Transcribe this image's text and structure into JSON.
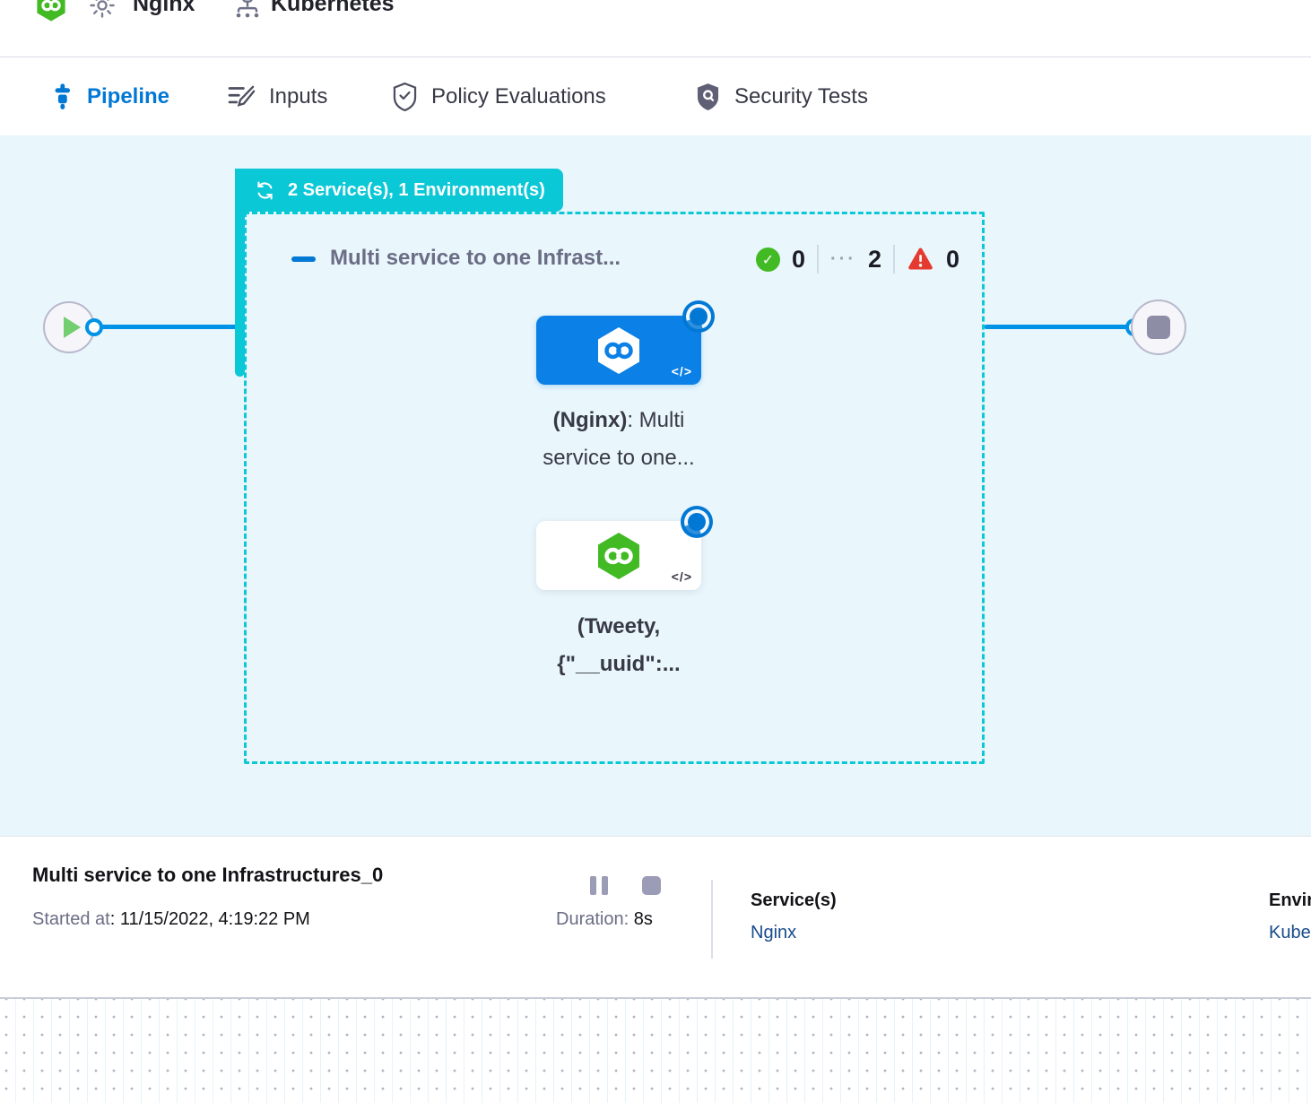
{
  "colors": {
    "accent_blue": "#0278d5",
    "connector_blue": "#0092e4",
    "teal": "#0bc8d6",
    "canvas_bg": "#e9f6fc",
    "success_green": "#42ba24",
    "error_red": "#e53a30",
    "node_blue": "#0b80e6",
    "muted_text": "#6b6d85",
    "dark_text": "#121217",
    "link_blue": "#174b8c"
  },
  "header": {
    "service_name": "Nginx",
    "environment_name": "Kubernetes"
  },
  "tabs": {
    "pipeline": "Pipeline",
    "inputs": "Inputs",
    "policy": "Policy Evaluations",
    "security": "Security Tests"
  },
  "canvas": {
    "badge_label": "2 Service(s), 1 Environment(s)",
    "stage_name": "Multi service to one Infrast...",
    "counts": {
      "success": "0",
      "running": "2",
      "failed": "0"
    },
    "node1": {
      "bold": "(Nginx)",
      "rest": ": Multi",
      "line2": "service to one...",
      "code": "</>"
    },
    "node2": {
      "line1": "(Tweety,",
      "line2": "{\"__uuid\":...",
      "code": "</>"
    }
  },
  "icons": {
    "check": "✓",
    "running_dots": "···"
  },
  "footer": {
    "title": "Multi service to one Infrastructures_0",
    "started_label": "Started at",
    "started_value": ": 11/15/2022, 4:19:22 PM",
    "duration_label": "Duration:",
    "duration_value": "8s",
    "services_label": "Service(s)",
    "services_value": "Nginx",
    "environments_label": "Environment(s)",
    "environments_value": "Kubernetes"
  }
}
